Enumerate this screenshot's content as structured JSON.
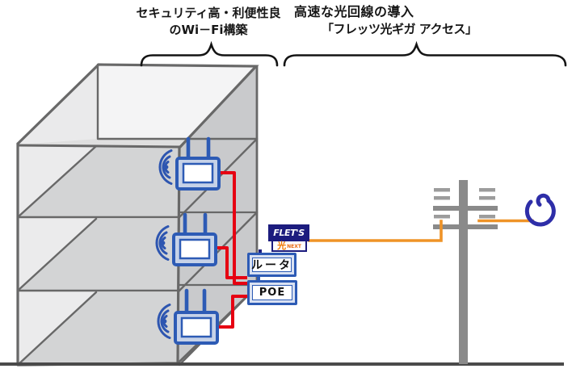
{
  "titles": {
    "wifi": {
      "line1": "セキュリティ高・利便性良",
      "line2": "のWi－Fi構築"
    },
    "fiber": {
      "line1": "高速な光回線の導入",
      "line2": "「フレッツ光ギガ アクセス」"
    }
  },
  "equipment": {
    "router_label": "ルータ",
    "poe_label": "POE",
    "flets_logo": {
      "brand": "FLET'S",
      "hikari": "光",
      "next": "NEXT"
    }
  },
  "building": {
    "floors": 3,
    "access_points": 3
  },
  "icons": {
    "wifi_waves": "concentric-arcs",
    "access_point": "blue-box-two-antennas",
    "utility_pole": "gray-pole-crossarms",
    "ntt_loop": "blue-spiral"
  },
  "colors": {
    "device_blue": "#2d5bb5",
    "lan_cable_red": "#e60012",
    "fiber_orange": "#ef9327",
    "flets_navy": "#1c1c7e",
    "hikari_orange": "#f07800",
    "building_line_gray": "#686868",
    "pole_gray": "#8a8a8a",
    "ground_gray": "#4a4a4a"
  }
}
